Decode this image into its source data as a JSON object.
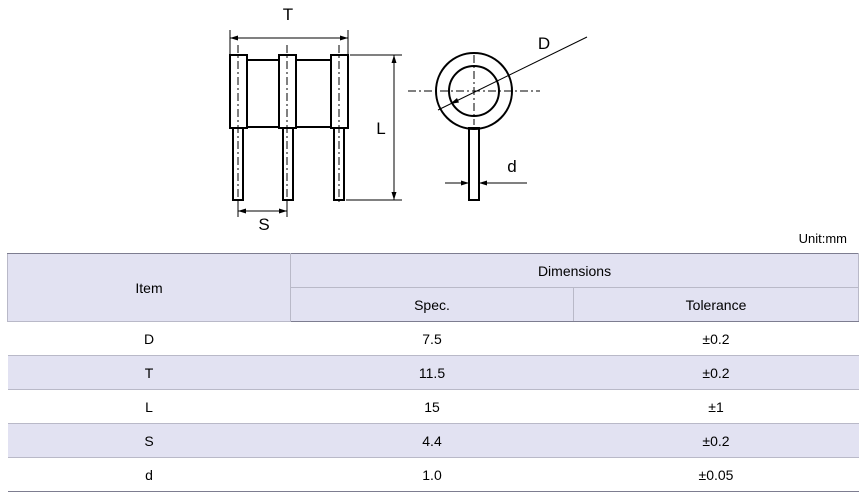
{
  "drawing": {
    "labels": {
      "T": "T",
      "L": "L",
      "S": "S",
      "D": "D",
      "d": "d"
    }
  },
  "unit": "Unit:mm",
  "table": {
    "header": {
      "item": "Item",
      "dimensions": "Dimensions",
      "spec": "Spec.",
      "tolerance": "Tolerance"
    },
    "rows": [
      {
        "item": "D",
        "spec": "7.5",
        "tolerance": "±0.2"
      },
      {
        "item": "T",
        "spec": "11.5",
        "tolerance": "±0.2"
      },
      {
        "item": "L",
        "spec": "15",
        "tolerance": "±1"
      },
      {
        "item": "S",
        "spec": "4.4",
        "tolerance": "±0.2"
      },
      {
        "item": "d",
        "spec": "1.0",
        "tolerance": "±0.05"
      }
    ]
  }
}
